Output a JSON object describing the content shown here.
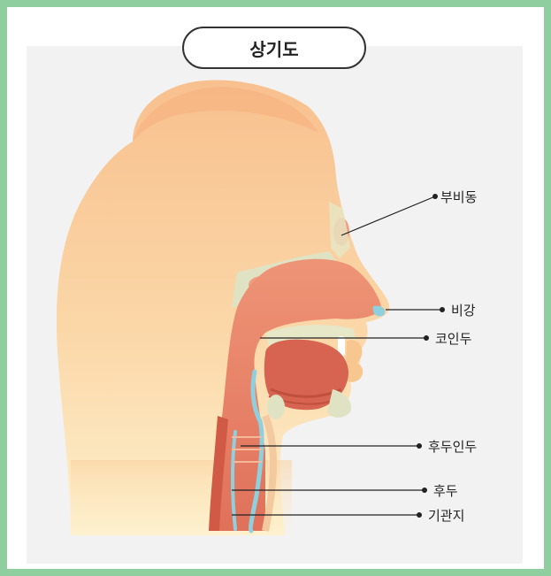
{
  "title": "상기도",
  "labels": [
    {
      "id": "sinus",
      "text": "부비동"
    },
    {
      "id": "nasal-cavity",
      "text": "비강"
    },
    {
      "id": "nasopharynx",
      "text": "코인두"
    },
    {
      "id": "laryngopharynx",
      "text": "후두인두"
    },
    {
      "id": "larynx",
      "text": "후두"
    },
    {
      "id": "bronchi",
      "text": "기관지"
    }
  ],
  "colors": {
    "border": "#8fcf9f",
    "panel": "#f2f2f3",
    "skin_top": "#f8c79b",
    "skin_bottom": "#fdecc2",
    "airway": "#e9826a",
    "airway_dark": "#c8553f",
    "bone": "#dfe3c4",
    "mucosa": "#8fd0de",
    "leader": "#222222"
  }
}
